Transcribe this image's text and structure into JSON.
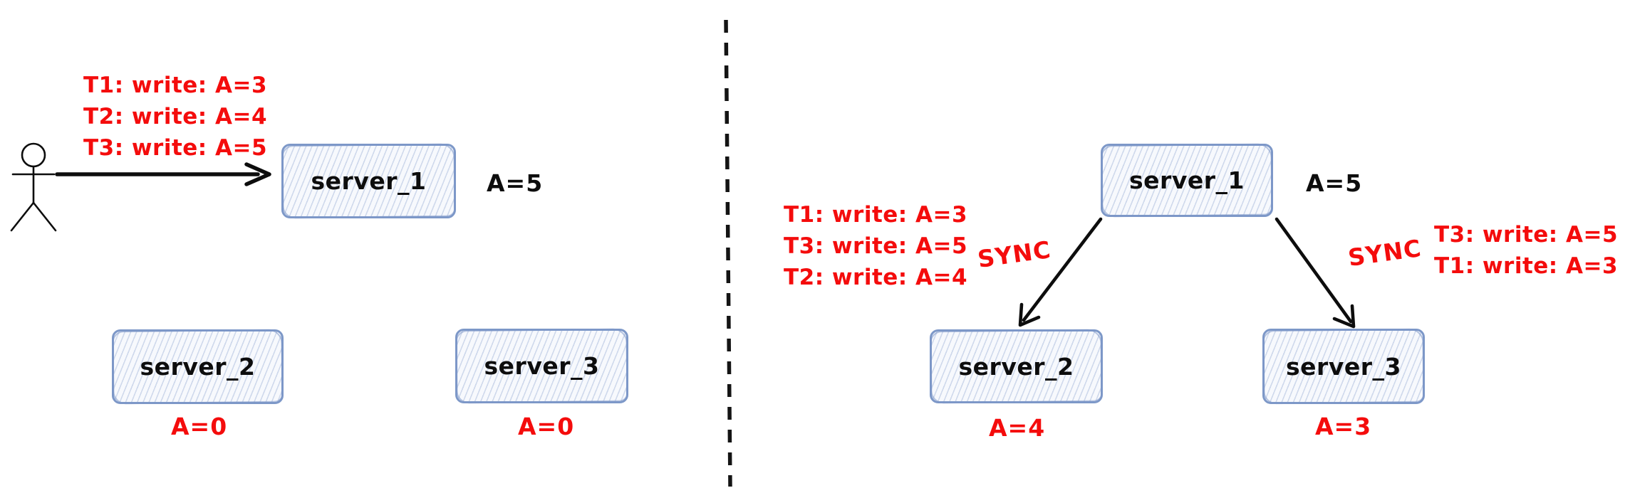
{
  "diagram": {
    "description": "Two-panel hand-drawn distributed systems diagram: client writes to server_1, then server_1 syncs to server_2 and server_3 with reordered writes",
    "colors": {
      "annotation_red": "#f40c0c",
      "box_border_blue": "#7d98c8",
      "box_fill": "#f7f9fd",
      "ink_black": "#0d0d0d"
    },
    "left_panel": {
      "client_writes": {
        "line1": "T1: write: A=3",
        "line2": "T2: write: A=4",
        "line3": "T3: write: A=5"
      },
      "server_1": {
        "name": "server_1",
        "value": "A=5"
      },
      "server_2": {
        "name": "server_2",
        "value": "A=0"
      },
      "server_3": {
        "name": "server_3",
        "value": "A=0"
      }
    },
    "right_panel": {
      "sync_writes_left": {
        "line1": "T1: write: A=3",
        "line2": "T3: write: A=5",
        "line3": "T2: write: A=4"
      },
      "sync_writes_right": {
        "line1": "T3: write: A=5",
        "line2": "T1: write: A=3"
      },
      "sync_label_left": "SYNC",
      "sync_label_right": "SYNC",
      "server_1": {
        "name": "server_1",
        "value": "A=5"
      },
      "server_2": {
        "name": "server_2",
        "value": "A=4"
      },
      "server_3": {
        "name": "server_3",
        "value": "A=3"
      }
    }
  }
}
